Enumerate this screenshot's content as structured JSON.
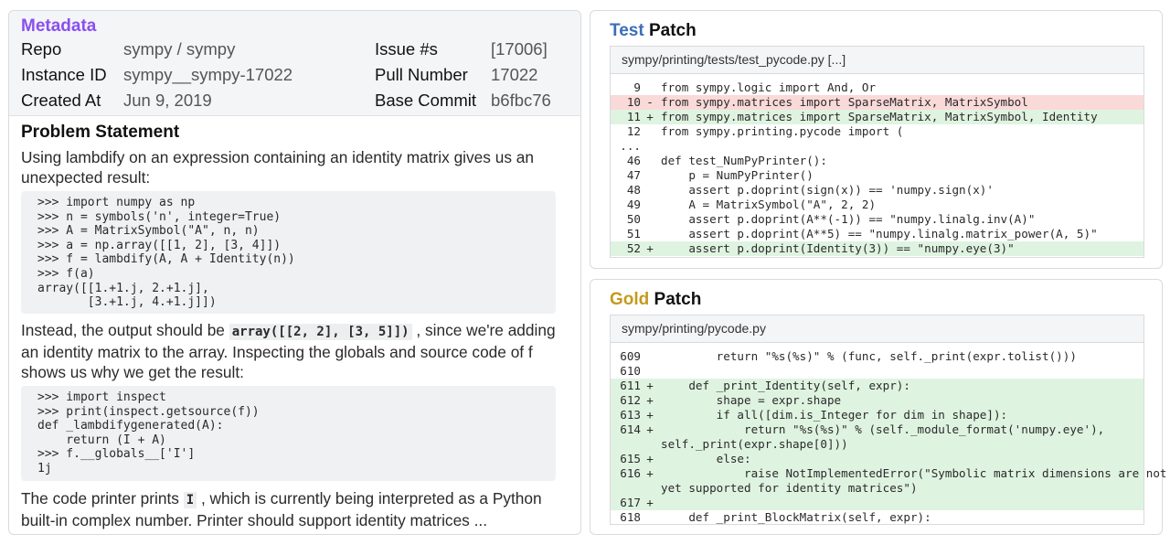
{
  "metadata": {
    "title": "Metadata",
    "repo_label": "Repo",
    "repo_value": "sympy / sympy",
    "issue_label": "Issue #s",
    "issue_value": "[17006]",
    "instance_label": "Instance ID",
    "instance_value": "sympy__sympy-17022",
    "pull_label": "Pull Number",
    "pull_value": "17022",
    "created_label": "Created At",
    "created_value": "Jun 9, 2019",
    "commit_label": "Base Commit",
    "commit_value": "b6fbc76"
  },
  "problem": {
    "title": "Problem Statement",
    "para1": "Using lambdify on an expression containing an identity matrix gives us an unexpected result:",
    "para2_pre": "Instead, the output should be ",
    "para2_code": "array([[2, 2], [3, 5]])",
    "para2_post": " , since we're adding an identity matrix to the array. Inspecting the globals and source code of f shows us why we get the result:",
    "para3_pre": "The code printer prints ",
    "para3_code": "I",
    "para3_post": " , which is currently being interpreted as a Python built-in complex number. Printer should support identity matrices ..."
  },
  "code1": [
    ">>> import numpy as np",
    ">>> n = symbols('n', integer=True)",
    ">>> A = MatrixSymbol(\"A\", n, n)",
    ">>> a = np.array([[1, 2], [3, 4]])",
    ">>> f = lambdify(A, A + Identity(n))",
    ">>> f(a)",
    "array([[1.+1.j, 2.+1.j],",
    "       [3.+1.j, 4.+1.j]])"
  ],
  "code2": [
    ">>> import inspect",
    ">>> print(inspect.getsource(f))",
    "def _lambdifygenerated(A):",
    "    return (I + A)",
    ">>> f.__globals__['I']",
    "1j"
  ],
  "test_patch": {
    "title_accent": "Test",
    "title_rest": " Patch",
    "file": "sympy/printing/tests/test_pycode.py  [...]",
    "lines": [
      {
        "num": "9",
        "mark": "",
        "type": "ctx",
        "text": "from sympy.logic import And, Or"
      },
      {
        "num": "10",
        "mark": "-",
        "type": "del",
        "text": "from sympy.matrices import SparseMatrix, MatrixSymbol"
      },
      {
        "num": "11",
        "mark": "+",
        "type": "add",
        "text": "from sympy.matrices import SparseMatrix, MatrixSymbol, Identity"
      },
      {
        "num": "12",
        "mark": "",
        "type": "ctx",
        "text": "from sympy.printing.pycode import ("
      },
      {
        "num": "...",
        "mark": "",
        "type": "ctx",
        "text": ""
      },
      {
        "num": "46",
        "mark": "",
        "type": "ctx",
        "text": "def test_NumPyPrinter():"
      },
      {
        "num": "47",
        "mark": "",
        "type": "ctx",
        "text": "    p = NumPyPrinter()"
      },
      {
        "num": "48",
        "mark": "",
        "type": "ctx",
        "text": "    assert p.doprint(sign(x)) == 'numpy.sign(x)'"
      },
      {
        "num": "49",
        "mark": "",
        "type": "ctx",
        "text": "    A = MatrixSymbol(\"A\", 2, 2)"
      },
      {
        "num": "50",
        "mark": "",
        "type": "ctx",
        "text": "    assert p.doprint(A**(-1)) == \"numpy.linalg.inv(A)\""
      },
      {
        "num": "51",
        "mark": "",
        "type": "ctx",
        "text": "    assert p.doprint(A**5) == \"numpy.linalg.matrix_power(A, 5)\""
      },
      {
        "num": "52",
        "mark": "+",
        "type": "add",
        "text": "    assert p.doprint(Identity(3)) == \"numpy.eye(3)\""
      }
    ]
  },
  "gold_patch": {
    "title_accent": "Gold",
    "title_rest": " Patch",
    "file": "sympy/printing/pycode.py",
    "lines": [
      {
        "num": "609",
        "mark": "",
        "type": "ctx",
        "text": "        return \"%s(%s)\" % (func, self._print(expr.tolist()))"
      },
      {
        "num": "610",
        "mark": "",
        "type": "ctx",
        "text": ""
      },
      {
        "num": "611",
        "mark": "+",
        "type": "add",
        "text": "    def _print_Identity(self, expr):"
      },
      {
        "num": "612",
        "mark": "+",
        "type": "add",
        "text": "        shape = expr.shape"
      },
      {
        "num": "613",
        "mark": "+",
        "type": "add",
        "text": "        if all([dim.is_Integer for dim in shape]):"
      },
      {
        "num": "614",
        "mark": "+",
        "type": "add",
        "text": "            return \"%s(%s)\" % (self._module_format('numpy.eye'),"
      },
      {
        "num": "",
        "mark": "",
        "type": "add-wrap",
        "text": "self._print(expr.shape[0]))"
      },
      {
        "num": "615",
        "mark": "+",
        "type": "add",
        "text": "        else:"
      },
      {
        "num": "616",
        "mark": "+",
        "type": "add",
        "text": "            raise NotImplementedError(\"Symbolic matrix dimensions are not"
      },
      {
        "num": "",
        "mark": "",
        "type": "add-wrap",
        "text": "yet supported for identity matrices\")"
      },
      {
        "num": "617",
        "mark": "+",
        "type": "add",
        "text": ""
      },
      {
        "num": "618",
        "mark": "",
        "type": "ctx",
        "text": "    def _print_BlockMatrix(self, expr):"
      }
    ]
  }
}
